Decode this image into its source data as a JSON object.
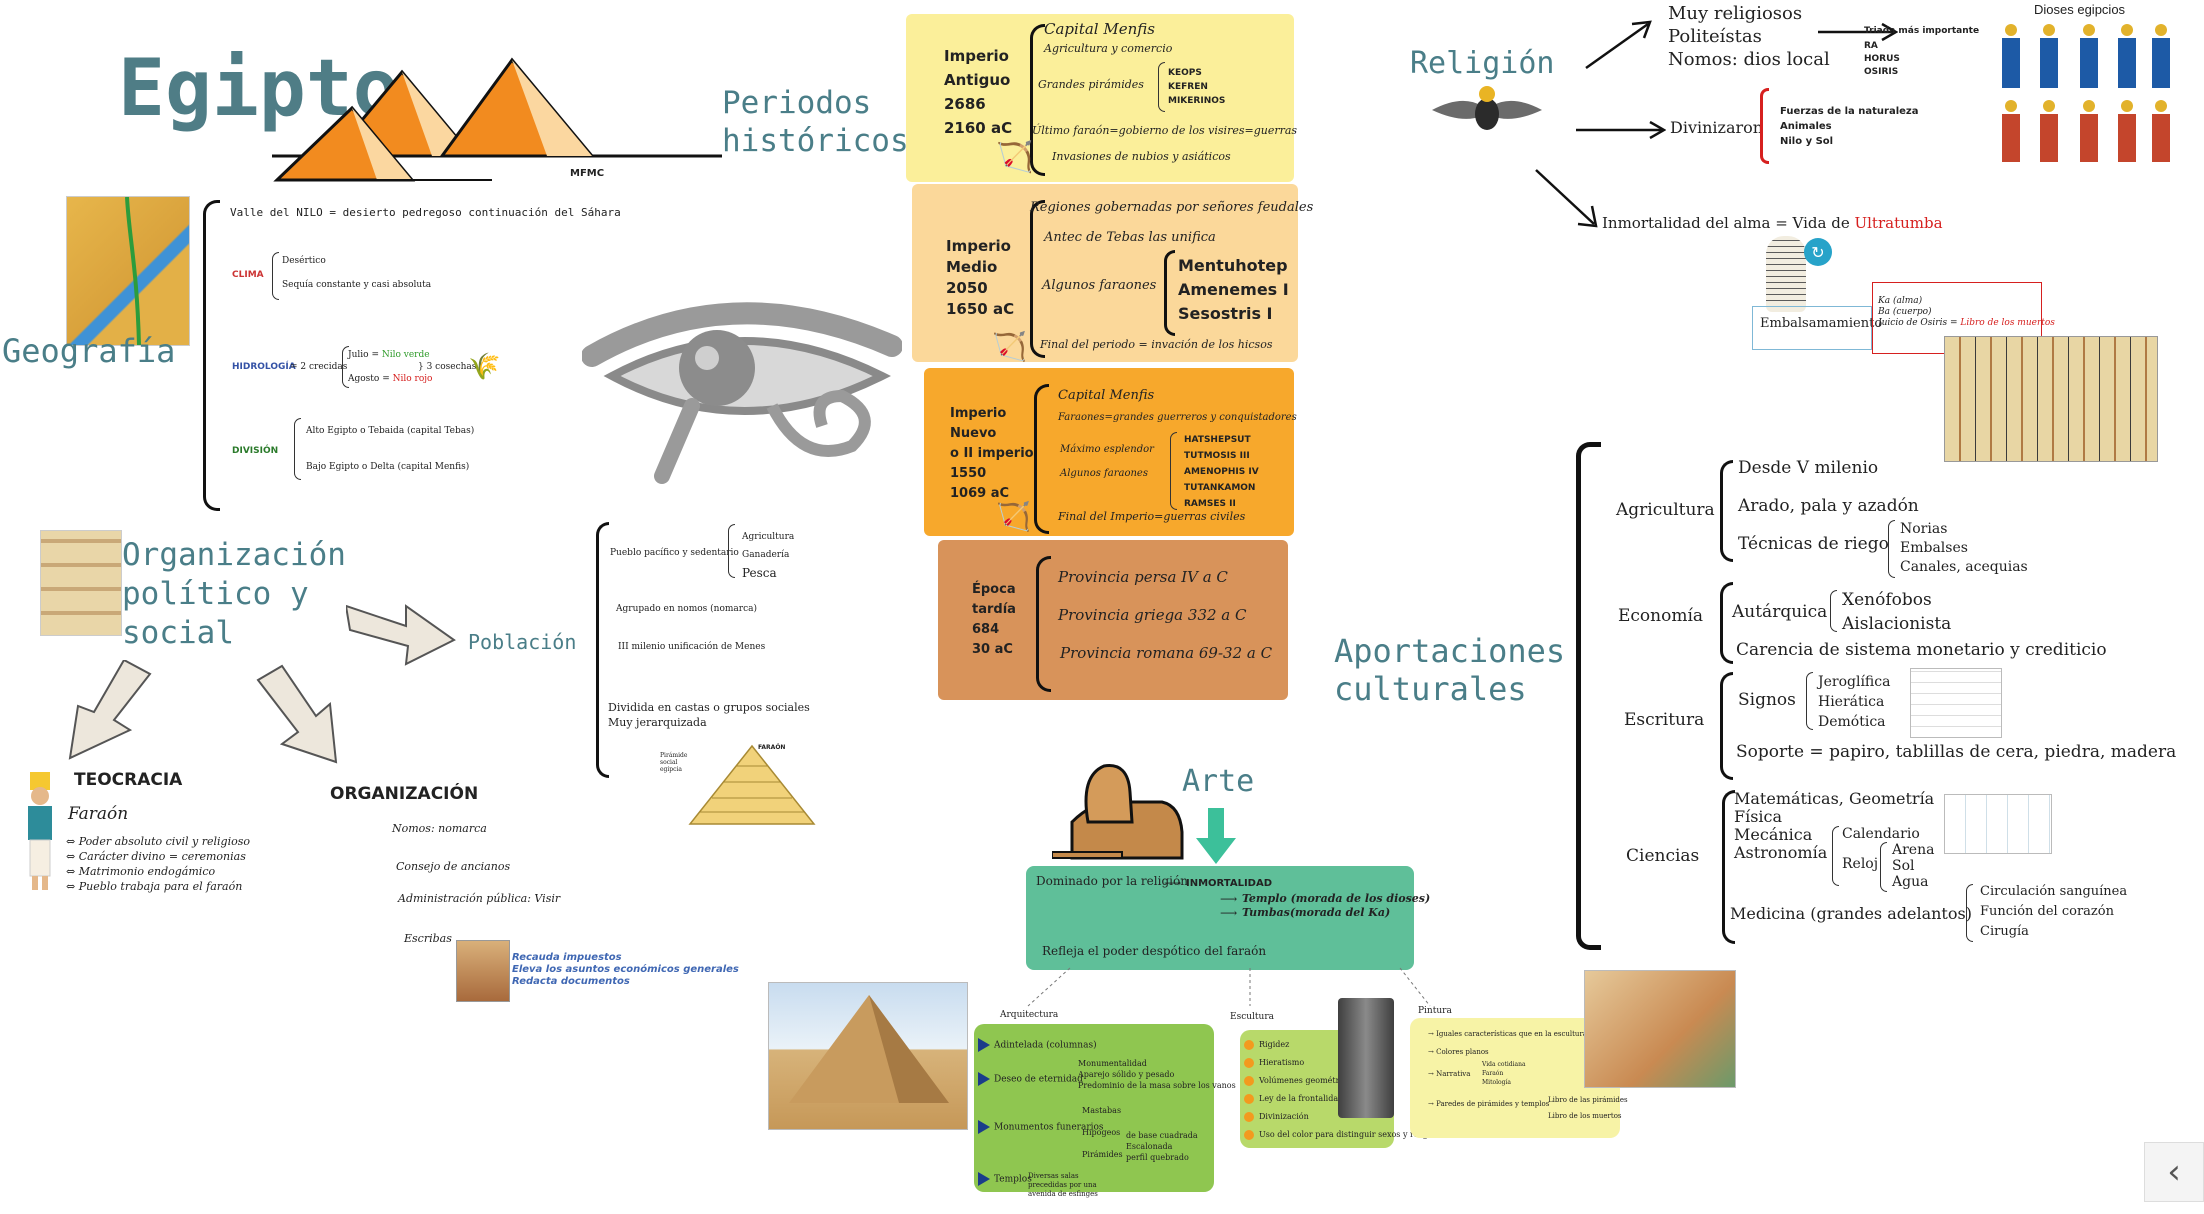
{
  "main_title": "Egipto",
  "author": "MFMC",
  "periods_title": [
    "Periodos",
    "históricos"
  ],
  "geografia": {
    "title": "Geografía",
    "intro": "Valle del NILO = desierto pedregoso continuación del Sáhara",
    "clima_label": "CLIMA",
    "clima": [
      "Desértico",
      "Sequía constante y casi absoluta"
    ],
    "hidrologia_label": "HIDROLOGÍA",
    "hidro_crecidas": "= 2 crecidas",
    "hidro_julio": "Julio = ",
    "hidro_julio_c": "Nilo verde",
    "hidro_agosto": "Agosto = ",
    "hidro_agosto_c": "Nilo rojo",
    "hidro_cosechas": "3 cosechas",
    "division_label": "DIVISIÓN",
    "division": [
      "Alto Egipto o Tebaida (capital Tebas)",
      "Bajo Egipto o Delta (capital Menfis)"
    ]
  },
  "organizacion": {
    "title": [
      "Organización",
      "político y",
      "social"
    ],
    "poblacion_label": "Población",
    "poblacion": {
      "pueblo": "Pueblo pacífico y sedentario",
      "pueblo_items": [
        "Agricultura",
        "Ganadería",
        "Pesca"
      ],
      "agrupado": "Agrupado en nomos (nomarca)",
      "milenio": "III milenio unificación de Menes",
      "dividida": [
        "Dividida en castas o grupos sociales",
        "Muy jerarquizada"
      ]
    },
    "teocracia_label": "TEOCRACIA",
    "faraon": "Faraón",
    "teocracia_items": [
      "Poder absoluto civil y religioso",
      "Carácter divino = ceremonias",
      "Matrimonio endogámico",
      "Pueblo trabaja para el faraón"
    ],
    "organizacion_label": "ORGANIZACIÓN",
    "org_items": [
      "Nomos: nomarca",
      "Consejo de ancianos",
      "Administración pública: Visir",
      "Escribas"
    ],
    "escribas_items": [
      "Recauda impuestos",
      "Eleva los asuntos económicos generales",
      "Redacta documentos"
    ],
    "piramide_label": "FARAÓN",
    "piramide_caption": "Pirámide social egipcia"
  },
  "periodos": [
    {
      "name": [
        "Imperio",
        "Antiguo",
        "2686",
        "2160 aC"
      ],
      "color": "#fbef9a",
      "items": [
        "Capital Menfis",
        "Agricultura y comercio",
        "Grandes pirámides",
        "Último faraón=gobierno de los visires=guerras",
        "Invasiones de nubios y asiáticos"
      ],
      "pharaohs": [
        "KEOPS",
        "KEFREN",
        "MIKERINOS"
      ]
    },
    {
      "name": [
        "Imperio",
        "Medio",
        "2050",
        "1650 aC"
      ],
      "color": "#fbd89a",
      "items": [
        "Regiones gobernadas por señores feudales",
        "Antec de Tebas las unifica",
        "Algunos faraones",
        "Final del periodo = invación de los hicsos"
      ],
      "pharaohs": [
        "Mentuhotep",
        "Amenemes I",
        "Sesostris I"
      ]
    },
    {
      "name": [
        "Imperio",
        "Nuevo",
        "o II imperio",
        "1550",
        "1069 aC"
      ],
      "color": "#f7a82c",
      "items": [
        "Capital Menfis",
        "Faraones=grandes guerreros y conquistadores",
        "Máximo esplendor",
        "Algunos faraones",
        "Final del Imperio=guerras civiles"
      ],
      "pharaohs": [
        "HATSHEPSUT",
        "TUTMOSIS III",
        "AMENOPHIS IV",
        "TUTANKAMON",
        "RAMSES II"
      ]
    },
    {
      "name": [
        "Época",
        "tardía",
        "684",
        "30 aC"
      ],
      "color": "#d8935a",
      "items": [
        "Provincia persa IV a C",
        "Provincia griega 332 a C",
        "Provincia romana 69-32 a C"
      ],
      "pharaohs": []
    }
  ],
  "religion": {
    "title": "Religión",
    "items": [
      "Muy religiosos",
      "Politeístas",
      "Nomos: dios local"
    ],
    "triada_label": "Triada más importante",
    "triada": [
      "RA",
      "HORUS",
      "OSIRIS"
    ],
    "dioses_label": "Dioses egipcios",
    "divinizaron": "Divinizaron",
    "divinizaron_items": [
      "Fuerzas de la naturaleza",
      "Animales",
      "Nilo y Sol"
    ],
    "inmortalidad": "Inmortalidad del alma = Vida de ",
    "ultratumba": "Ultratumba",
    "embalsamamiento": "Embalsamamiento",
    "alma": [
      "Ka (alma)",
      "Ba (cuerpo)"
    ],
    "juicio": "Juicio de Osiris = ",
    "libro": "Libro de los muertos"
  },
  "aportaciones": {
    "title": [
      "Aportaciones",
      "culturales"
    ],
    "agricultura": {
      "label": "Agricultura",
      "items": [
        "Desde V milenio",
        "Arado, pala y azadón",
        "Técnicas de riego"
      ],
      "riego": [
        "Norias",
        "Embalses",
        "Canales, acequias"
      ]
    },
    "economia": {
      "label": "Economía",
      "autarquica": "Autárquica",
      "aut_items": [
        "Xenófobos",
        "Aislacionista"
      ],
      "carencia": "Carencia de sistema monetario y crediticio"
    },
    "escritura": {
      "label": "Escritura",
      "signos": "Signos",
      "signos_items": [
        "Jeroglífica",
        "Hierática",
        "Demótica"
      ],
      "soporte": "Soporte = papiro, tablillas de cera, piedra, madera"
    },
    "ciencias": {
      "label": "Ciencias",
      "items": [
        "Matemáticas, Geometría",
        "Física",
        "Mecánica",
        "Astronomía"
      ],
      "calendario": "Calendario",
      "reloj": "Reloj",
      "reloj_items": [
        "Arena",
        "Sol",
        "Agua"
      ],
      "medicina": "Medicina (grandes adelantos)",
      "medicina_items": [
        "Circulación sanguínea",
        "Función del corazón",
        "Cirugía"
      ]
    }
  },
  "arte": {
    "title": "Arte",
    "dominado": "Dominado por la religión",
    "inmortalidad": "INMORTALIDAD",
    "templo": "Templo (morada de los dioses)",
    "tumbas": "Tumbas(morada del Ka)",
    "refleja": "Refleja el poder despótico del faraón",
    "arquitectura_label": "Arquitectura",
    "escultura_label": "Escultura",
    "pintura_label": "Pintura",
    "arquitectura": {
      "adintelada": "Adintelada (columnas)",
      "deseo": "Deseo de eternidad",
      "deseo_items": [
        "Monumentalidad",
        "Aparejo sólido y pesado",
        "Predominio de la masa sobre los vanos"
      ],
      "monumentos": "Monumentos funerarios",
      "monumentos_items": [
        "Mastabas",
        "Hipogeos",
        "Pirámides"
      ],
      "piramides_items": [
        "de base cuadrada",
        "Escalonada",
        "perfil quebrado"
      ],
      "templos": "Templos",
      "templos_text": "Diversas salas precedidas por una avenida de esfinges"
    },
    "escultura": [
      "Rigidez",
      "Hieratismo",
      "Volúmenes geométricos",
      "Ley de la frontalidad",
      "Divinización",
      "Uso del color para distinguir sexos y rasgos"
    ],
    "pintura": {
      "intro": "Iguales características que en la escultura",
      "planos": "Colores planos",
      "narrativa": "Narrativa",
      "narrativa_items": [
        "Vida cotidiana",
        "Faraón",
        "Mitología"
      ],
      "paredes": "Paredes de pirámides y templos",
      "paredes_items": [
        "Libro de las pirámides",
        "Libro de los muertos"
      ]
    }
  },
  "colors": {
    "teal": "#4a7e88",
    "green": "#8fc650",
    "mint": "#5fbf99",
    "yellow": "#f7f3a6",
    "red": "#d6201f"
  },
  "icons": [
    "pyramids-icon",
    "eye-of-horus-icon",
    "scarab-icon",
    "sphinx-icon",
    "arrow-icon",
    "chevron-left-icon"
  ]
}
